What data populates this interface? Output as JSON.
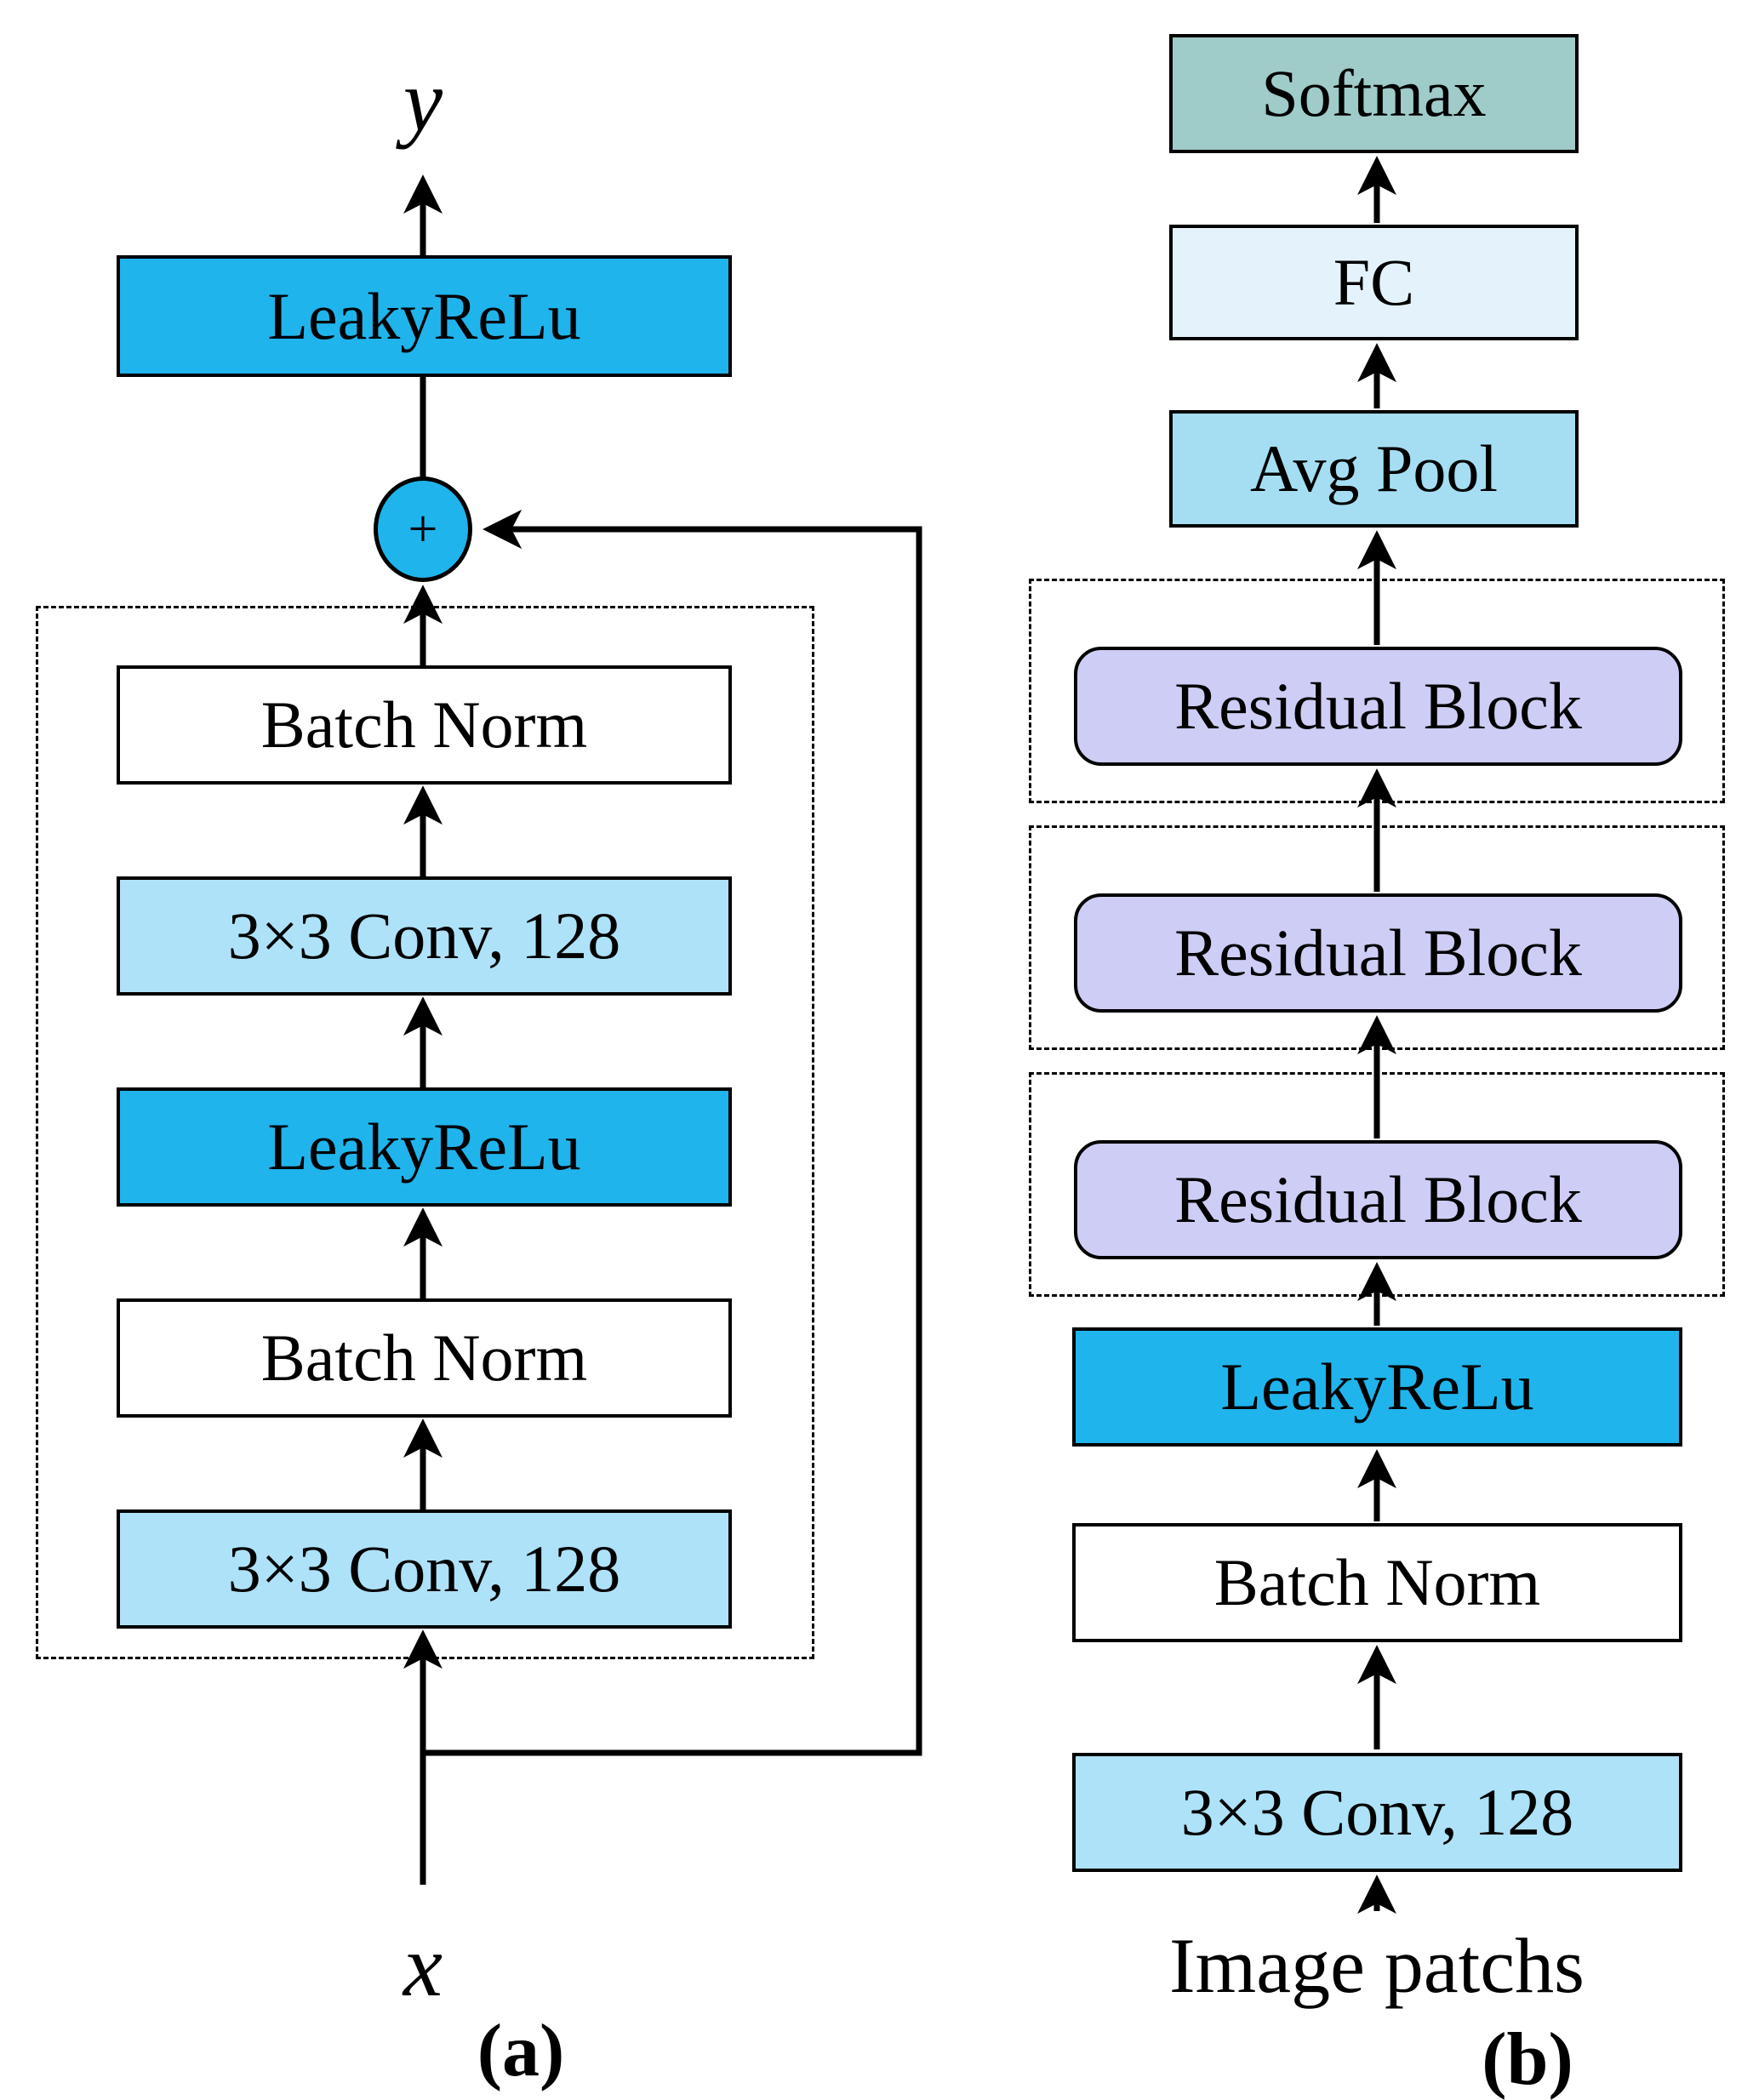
{
  "figure": {
    "panel_a": {
      "output_label": "y",
      "input_label": "x",
      "caption": "(a)",
      "outer_activation": "LeakyReLu",
      "sum_symbol": "+",
      "blocks": [
        "Batch Norm",
        "3×3 Conv, 128",
        "LeakyReLu",
        "Batch Norm",
        "3×3 Conv, 128"
      ]
    },
    "panel_b": {
      "caption": "(b)",
      "input_label": "Image patchs",
      "blocks_top": [
        "Softmax",
        "FC",
        "Avg Pool"
      ],
      "residual_blocks": [
        "Residual Block",
        "Residual Block",
        "Residual Block"
      ],
      "blocks_bottom": [
        "LeakyReLu",
        "Batch Norm",
        "3×3 Conv, 128"
      ]
    },
    "colors": {
      "activation_blue": "#1FB4EC",
      "conv_light_blue": "#AEE2F8",
      "avgpool_blue": "#A5DEF2",
      "fc_pale_blue": "#E4F3FB",
      "softmax_teal": "#9FCBC9",
      "residual_lavender": "#CDCDF5",
      "batchnorm_white": "#FFFFFF",
      "line_black": "#000000"
    }
  }
}
